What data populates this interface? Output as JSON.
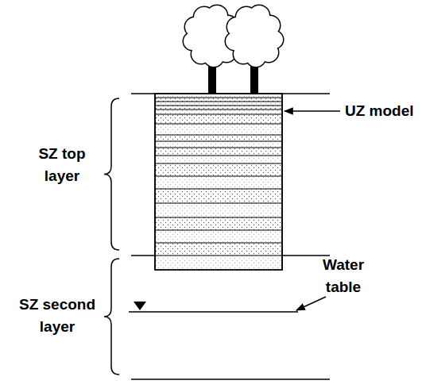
{
  "diagram": {
    "labels": [
      "UZ model",
      "SZ top layer",
      "SZ second layer",
      "Water table"
    ]
  }
}
